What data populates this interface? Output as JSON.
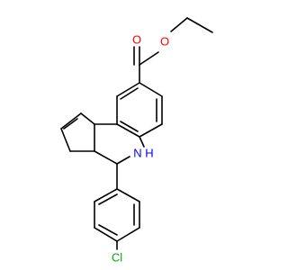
{
  "molecule": {
    "atoms": {
      "o_carbonyl": "O",
      "o_ester": "O",
      "nh": "N\nH",
      "cl": "Cl"
    },
    "atom_colors": {
      "O": "#ff0000",
      "N": "#0000ff",
      "Cl": "#00aa00"
    }
  }
}
